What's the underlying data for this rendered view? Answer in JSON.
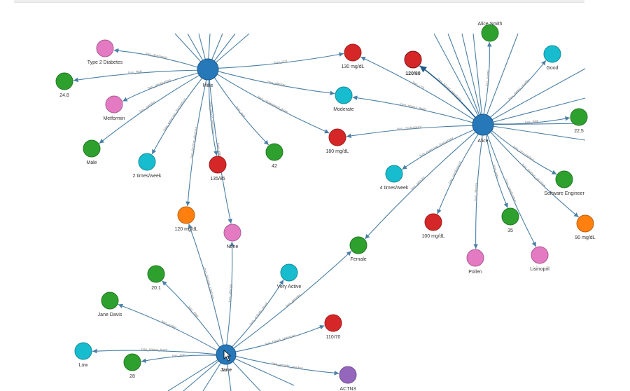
{
  "graph": {
    "colors": {
      "person": "#2678b8",
      "green": "#2ea02e",
      "pink": "#e37ac2",
      "cyan": "#17bccf",
      "red": "#d62728",
      "orange": "#ff7f0f",
      "purple": "#9467bd",
      "edge": "#4a7fa6",
      "highlight": "#7a1010"
    },
    "nodes": {
      "mike": {
        "label": "Mike",
        "color": "person"
      },
      "alice": {
        "label": "Alice",
        "color": "person"
      },
      "jane": {
        "label": "Jane",
        "color": "person",
        "bold": true
      },
      "type2": {
        "label": "Type 2 Diabetes",
        "color": "pink"
      },
      "bmi248": {
        "label": "24.8",
        "color": "green"
      },
      "metformin": {
        "label": "Metformin",
        "color": "pink"
      },
      "male": {
        "label": "Male",
        "color": "green"
      },
      "times2": {
        "label": "2 times/week",
        "color": "cyan"
      },
      "bp135": {
        "label": "135/85",
        "color": "red"
      },
      "age42": {
        "label": "42",
        "color": "green"
      },
      "ch180": {
        "label": "180 mg/dL",
        "color": "red"
      },
      "moderate": {
        "label": "Moderate",
        "color": "cyan"
      },
      "g130": {
        "label": "130 mg/dL",
        "color": "red"
      },
      "bp120": {
        "label": "120/80",
        "color": "red",
        "bold": true
      },
      "alicesmith": {
        "label": "Alice Smith",
        "color": "green"
      },
      "good": {
        "label": "Good",
        "color": "cyan"
      },
      "bmi225": {
        "label": "22.5",
        "color": "green"
      },
      "swe": {
        "label": "Software Engineer",
        "color": "green"
      },
      "o90": {
        "label": "90 mg/dL",
        "color": "orange"
      },
      "lisinopril": {
        "label": "Lisinopril",
        "color": "pink"
      },
      "age35": {
        "label": "35",
        "color": "green"
      },
      "pollen": {
        "label": "Pollen",
        "color": "pink"
      },
      "ch100": {
        "label": "100 mg/dL",
        "color": "red"
      },
      "times4": {
        "label": "4 times/week",
        "color": "cyan"
      },
      "g120": {
        "label": "120 mg/dL",
        "color": "orange"
      },
      "none": {
        "label": "None",
        "color": "pink"
      },
      "female": {
        "label": "Female",
        "color": "green"
      },
      "veryactive": {
        "label": "Very Active",
        "color": "cyan"
      },
      "bp110": {
        "label": "110/70",
        "color": "red"
      },
      "actn3": {
        "label": "ACTN3",
        "color": "purple"
      },
      "bmi201": {
        "label": "20.1",
        "color": "green"
      },
      "janedavis": {
        "label": "Jane Davis",
        "color": "green"
      },
      "low": {
        "label": "Low",
        "color": "cyan"
      },
      "age28": {
        "label": "28",
        "color": "green"
      }
    },
    "edges": [
      {
        "from": "mike",
        "to": "type2",
        "label": "has_diagnosis"
      },
      {
        "from": "mike",
        "to": "bmi248",
        "label": "has_BMI"
      },
      {
        "from": "mike",
        "to": "metformin",
        "label": "has_medication"
      },
      {
        "from": "mike",
        "to": "male",
        "label": "has_gender"
      },
      {
        "from": "mike",
        "to": "times2",
        "label": "has_exercise_frequency"
      },
      {
        "from": "mike",
        "to": "bp135",
        "label": "has_blood_pressure"
      },
      {
        "from": "mike",
        "to": "age42",
        "label": "has_age"
      },
      {
        "from": "mike",
        "to": "ch180",
        "label": "has_cholesterol_level"
      },
      {
        "from": "mike",
        "to": "moderate",
        "label": "has_allergy"
      },
      {
        "from": "mike",
        "to": "g130",
        "label": "has_LDL"
      },
      {
        "from": "mike",
        "to": "g120",
        "label": "has_fasting_glucose"
      },
      {
        "from": "mike",
        "to": "none",
        "label": "has_allergy"
      },
      {
        "from": "alice",
        "to": "bp120",
        "label": "has_blood_pressure",
        "highlight": true
      },
      {
        "from": "alice",
        "to": "g130",
        "label": "has_LDL"
      },
      {
        "from": "alice",
        "to": "alicesmith",
        "label": "has_name"
      },
      {
        "from": "alice",
        "to": "good",
        "label": "has_sleep_quality"
      },
      {
        "from": "alice",
        "to": "bmi225",
        "label": "has_BMI"
      },
      {
        "from": "alice",
        "to": "swe",
        "label": "has_occupation"
      },
      {
        "from": "alice",
        "to": "o90",
        "label": "has_fasting_glucose"
      },
      {
        "from": "alice",
        "to": "lisinopril",
        "label": "has_medication"
      },
      {
        "from": "alice",
        "to": "age35",
        "label": "has_age"
      },
      {
        "from": "alice",
        "to": "pollen",
        "label": "has_allergy"
      },
      {
        "from": "alice",
        "to": "ch100",
        "label": "has_cholesterol"
      },
      {
        "from": "alice",
        "to": "times4",
        "label": "has_exercise_frequency"
      },
      {
        "from": "alice",
        "to": "ch180",
        "label": "has_cholesterol"
      },
      {
        "from": "alice",
        "to": "moderate",
        "label": "has_stress_level"
      },
      {
        "from": "alice",
        "to": "female",
        "label": "has_gender"
      },
      {
        "from": "jane",
        "to": "g120",
        "label": "has_fasting_glucose"
      },
      {
        "from": "jane",
        "to": "none",
        "label": "has_allergy"
      },
      {
        "from": "jane",
        "to": "female",
        "label": "has_gender"
      },
      {
        "from": "jane",
        "to": "veryactive",
        "label": "has_activity_level"
      },
      {
        "from": "jane",
        "to": "bp110",
        "label": "has_blood_pressure"
      },
      {
        "from": "jane",
        "to": "actn3",
        "label": "has_genetic_marker"
      },
      {
        "from": "jane",
        "to": "bmi201",
        "label": "has_BMI"
      },
      {
        "from": "jane",
        "to": "janedavis",
        "label": "has_name"
      },
      {
        "from": "jane",
        "to": "low",
        "label": "has_stress_level"
      },
      {
        "from": "jane",
        "to": "age28",
        "label": "has_age"
      }
    ]
  }
}
